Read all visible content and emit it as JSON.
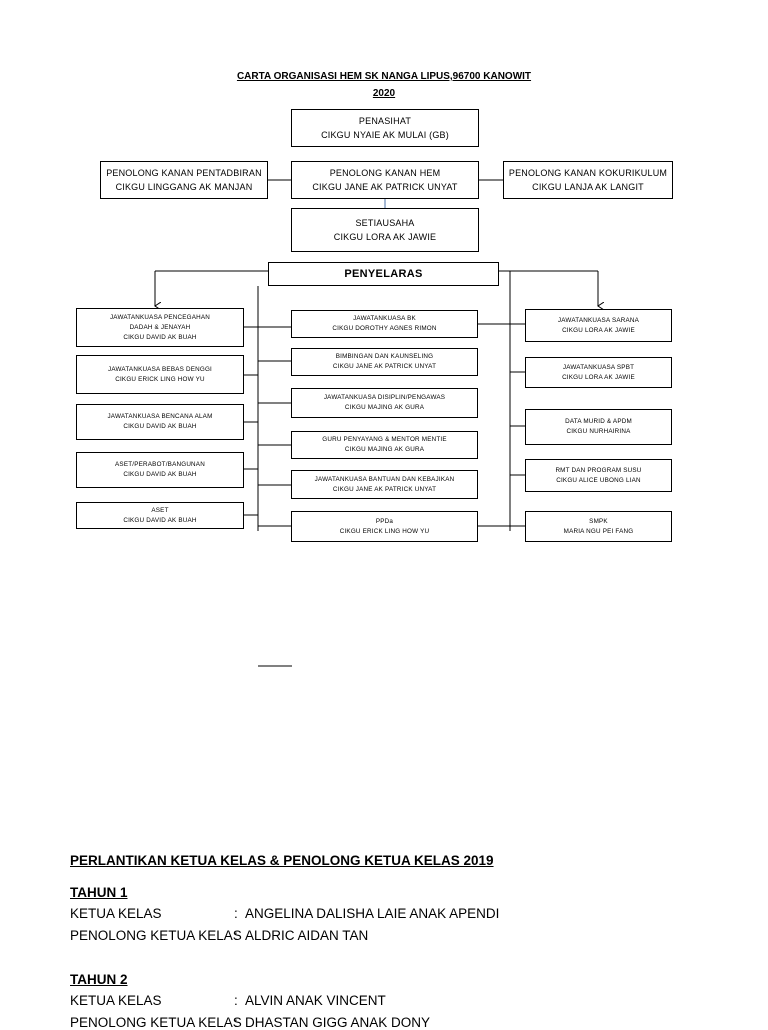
{
  "chart_title": "CARTA ORGANISASI HEM SK NANGA LIPUS,96700 KANOWIT",
  "chart_year": "2020",
  "penasihat": {
    "role": "PENASIHAT",
    "name": "CIKGU NYAIE AK MULAI (GB)"
  },
  "pk_pentadbiran": {
    "role": "PENOLONG KANAN PENTADBIRAN",
    "name": "CIKGU LINGGANG AK MANJAN"
  },
  "pk_hem": {
    "role": "PENOLONG KANAN HEM",
    "name": "CIKGU JANE AK PATRICK UNYAT"
  },
  "pk_kokurikulum": {
    "role": "PENOLONG KANAN KOKURIKULUM",
    "name": "CIKGU LANJA AK LANGIT"
  },
  "setiausaha": {
    "role": "SETIAUSAHA",
    "name": "CIKGU LORA AK JAWIE"
  },
  "penyelaras": "PENYELARAS",
  "left_units": [
    {
      "line1": "JAWATANKUASA PENCEGAHAN",
      "line2": "DADAH & JENAYAH",
      "line3": "CIKGU DAVID AK BUAH"
    },
    {
      "line1": "JAWATANKUASA BEBAS DENGGI",
      "line2": "CIKGU ERICK LING HOW YU"
    },
    {
      "line1": "JAWATANKUASA BENCANA ALAM",
      "line2": "CIKGU DAVID AK BUAH"
    },
    {
      "line1": "ASET/PERABOT/BANGUNAN",
      "line2": "CIKGU DAVID AK BUAH"
    },
    {
      "line1": "ASET",
      "line2": "CIKGU DAVID AK BUAH"
    }
  ],
  "center_units": [
    {
      "line1": "JAWATANKUASA BK",
      "line2": "CIKGU DOROTHY AGNES RIMON"
    },
    {
      "line1": "BIMBINGAN DAN KAUNSELING",
      "line2": "CIKGU JANE AK PATRICK UNYAT"
    },
    {
      "line1": "JAWATANKUASA DISIPLIN/PENGAWAS",
      "line2": "CIKGU MAJING AK GURA"
    },
    {
      "line1": "GURU PENYAYANG & MENTOR MENTIE",
      "line2": "CIKGU MAJING AK GURA"
    },
    {
      "line1": "JAWATANKUASA BANTUAN DAN KEBAJIKAN",
      "line2": "CIKGU JANE AK PATRICK UNYAT"
    },
    {
      "line1": "PPDa",
      "line2": "CIKGU ERICK LING HOW YU"
    }
  ],
  "right_units": [
    {
      "line1": "JAWATANKUASA SARANA",
      "line2": "CIKGU LORA AK JAWIE"
    },
    {
      "line1": "JAWATANKUASA SPBT",
      "line2": "CIKGU LORA AK JAWIE"
    },
    {
      "line1": "DATA MURID & APDM",
      "line2": "CIKGU NURHAIRINA"
    },
    {
      "line1": "RMT DAN PROGRAM SUSU",
      "line2": "CIKGU ALICE UBONG LIAN"
    },
    {
      "line1": "SMPK",
      "line2": "MARIA NGU PEI FANG"
    }
  ],
  "appointments": {
    "heading": "PERLANTIKAN KETUA KELAS & PENOLONG KETUA KELAS 2019",
    "colon": ":",
    "groups": [
      {
        "title": "TAHUN 1",
        "ketua_label": "KETUA KELAS",
        "ketua_name": "ANGELINA DALISHA LAIE ANAK APENDI",
        "penolong_label": "PENOLONG KETUA KELAS",
        "penolong_name": "ALDRIC AIDAN TAN"
      },
      {
        "title": "TAHUN 2",
        "ketua_label": "KETUA KELAS",
        "ketua_name": "ALVIN ANAK VINCENT",
        "penolong_label": "PENOLONG KETUA KELAS",
        "penolong_name": "DHASTAN GIGG ANAK DONY"
      }
    ]
  }
}
